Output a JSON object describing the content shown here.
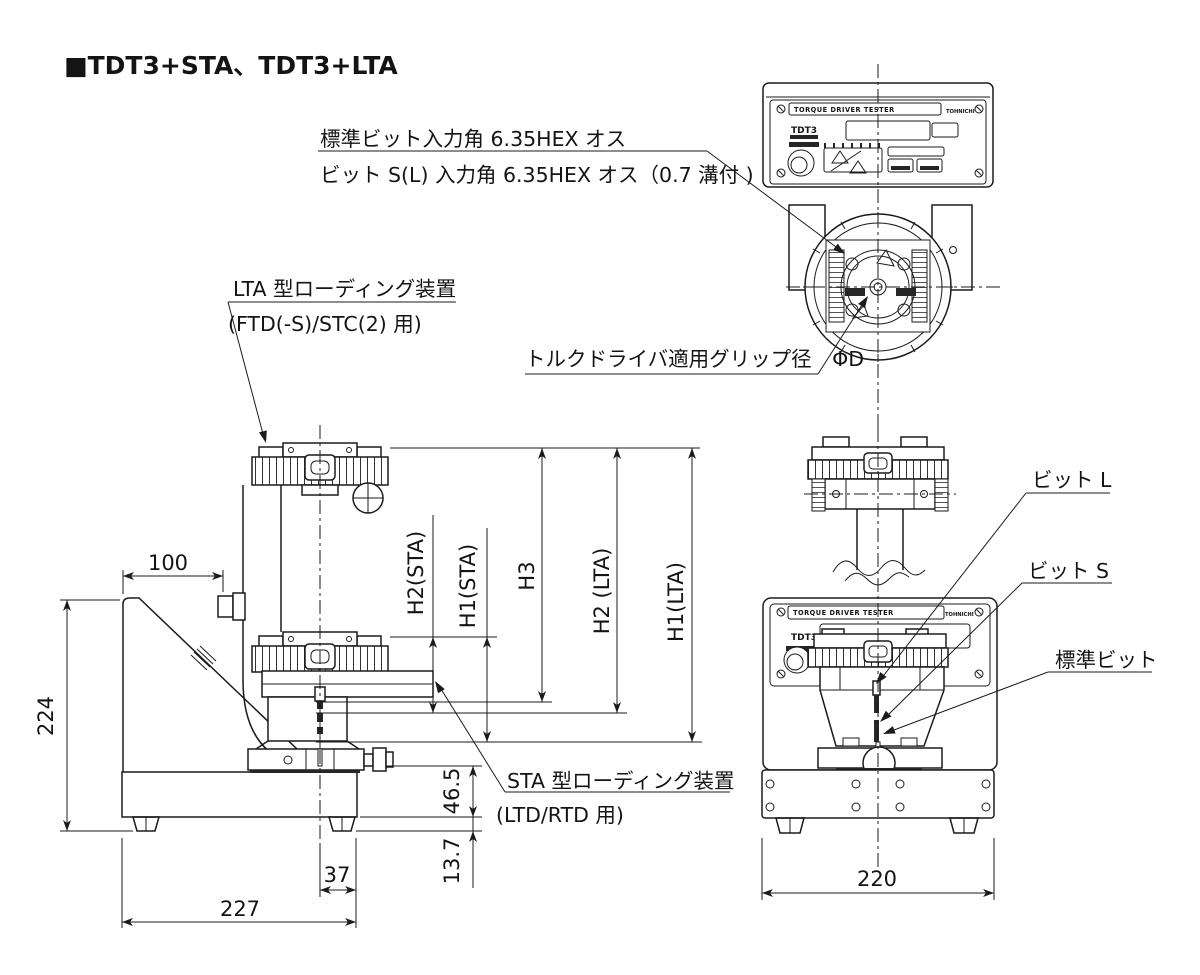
{
  "colors": {
    "background": "#ffffff",
    "line": "#1b1b1b",
    "text": "#141414"
  },
  "title": "■TDT3+STA、TDT3+LTA",
  "annotations": {
    "standard_bit_input": "標準ビット入力角 6.35HEX オス",
    "bit_sl_input": "ビット S(L) 入力角 6.35HEX オス（0.7 溝付 )",
    "lta_device_line1": "LTA 型ローディング装置",
    "lta_device_line2": "(FTD(-S)/STC(2) 用)",
    "grip_diameter": "トルクドライバ適用グリップ径　ΦD",
    "sta_device_line1": "STA 型ローディング装置",
    "sta_device_line2": "(LTD/RTD 用)",
    "bit_l": "ビット L",
    "bit_s": "ビット S",
    "standard_bit": "標準ビット"
  },
  "dimensions": {
    "top_width": "100",
    "left_height": "224",
    "base_depth": "227",
    "bit_to_front": "37",
    "bit_tip_height": "46.5",
    "foot_height": "13.7",
    "front_width": "220",
    "h2_sta": "H2(STA)",
    "h1_sta": "H1(STA)",
    "h3": "H3",
    "h2_lta": "H2 (LTA)",
    "h1_lta": "H1(LTA)"
  },
  "panel": {
    "device_name": "TORQUE DRIVER TESTER",
    "brand": "TOHNICHI",
    "model": "TDT3"
  }
}
